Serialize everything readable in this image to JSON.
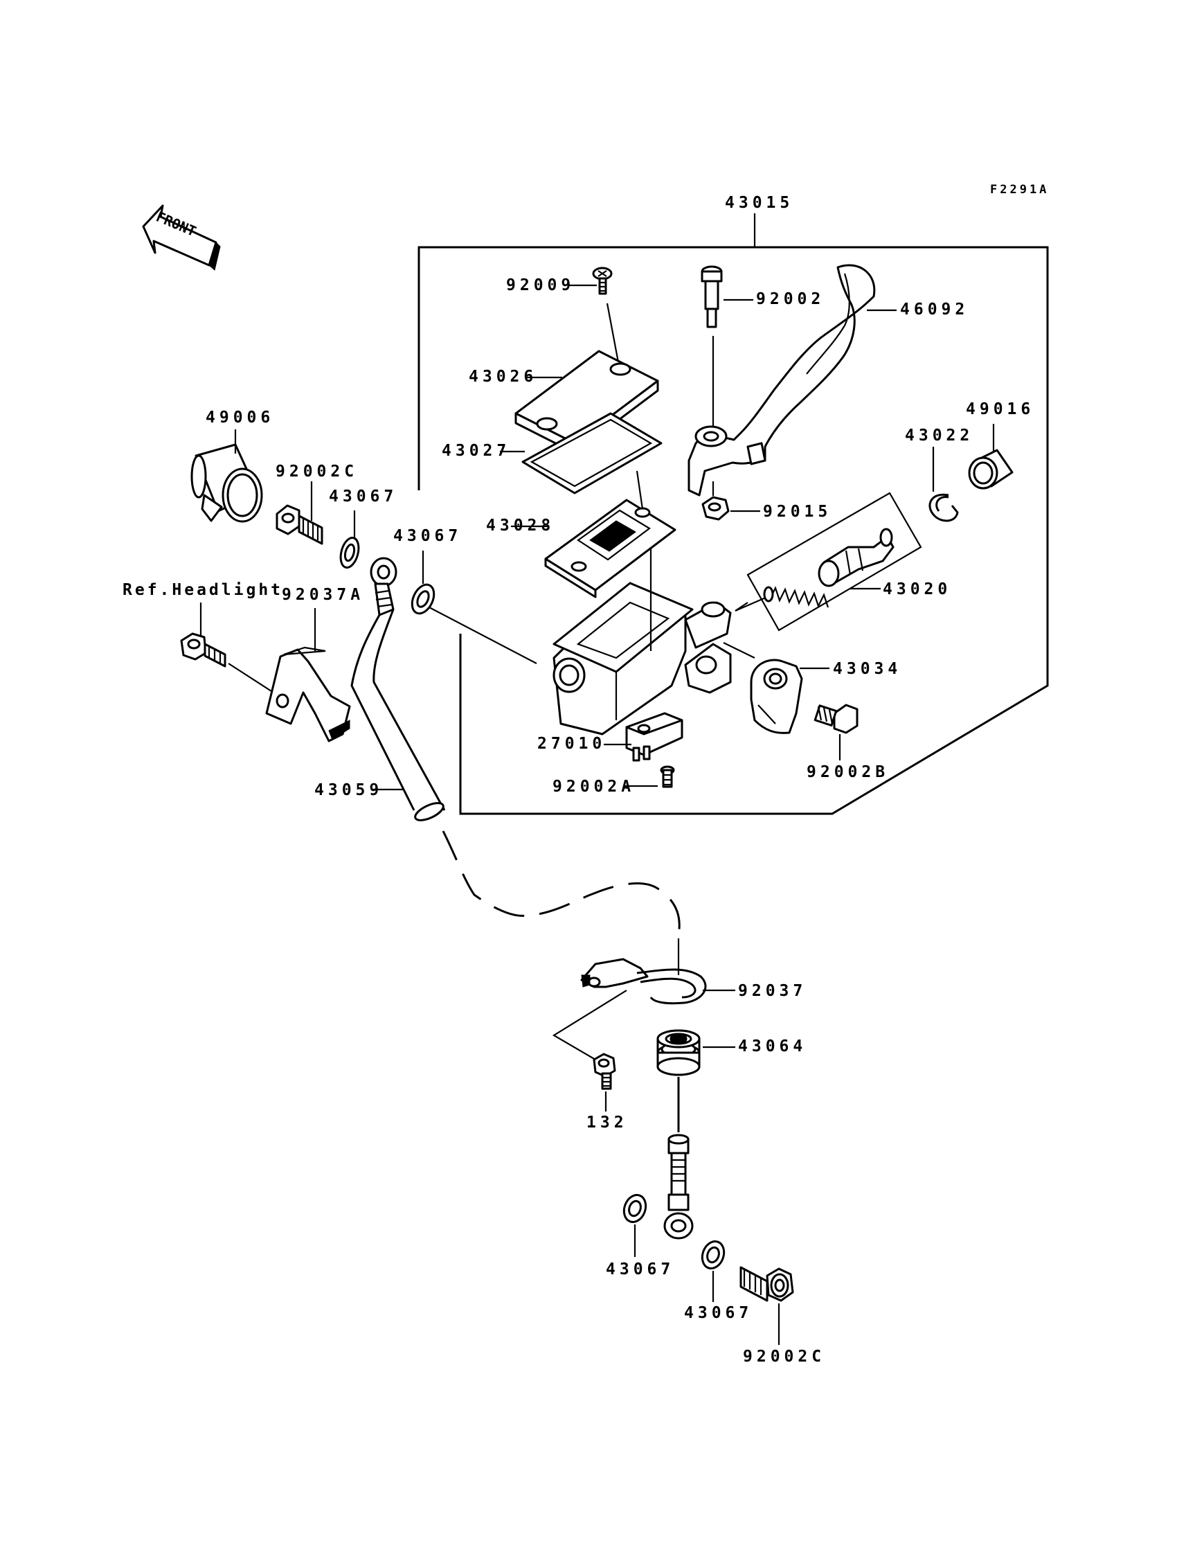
{
  "diagram": {
    "code": "F2291A",
    "front_arrow_text": "FRONT",
    "labels": {
      "assembly": "43015",
      "screw_cap": "92009",
      "pivot_bolt": "92002",
      "lever": "46092",
      "cap": "43026",
      "diaphragm_plate": "43027",
      "diaphragm": "43028",
      "dust_cover_left": "49006",
      "bolt_c_top": "92002C",
      "washer_top_a": "43067",
      "washer_top_b": "43067",
      "circlip": "43022",
      "dust_cover_right": "49016",
      "nut": "92015",
      "piston_kit": "43020",
      "ref_headlight": "Ref.Headlight",
      "clamp_a": "92037A",
      "holder": "43034",
      "switch": "27010",
      "bolt_b": "92002B",
      "bolt_a": "92002A",
      "hose": "43059",
      "clamp": "92037",
      "grommet": "43064",
      "bolt_132": "132",
      "washer_bottom_a": "43067",
      "washer_bottom_b": "43067",
      "bolt_c_bottom": "92002C"
    }
  }
}
